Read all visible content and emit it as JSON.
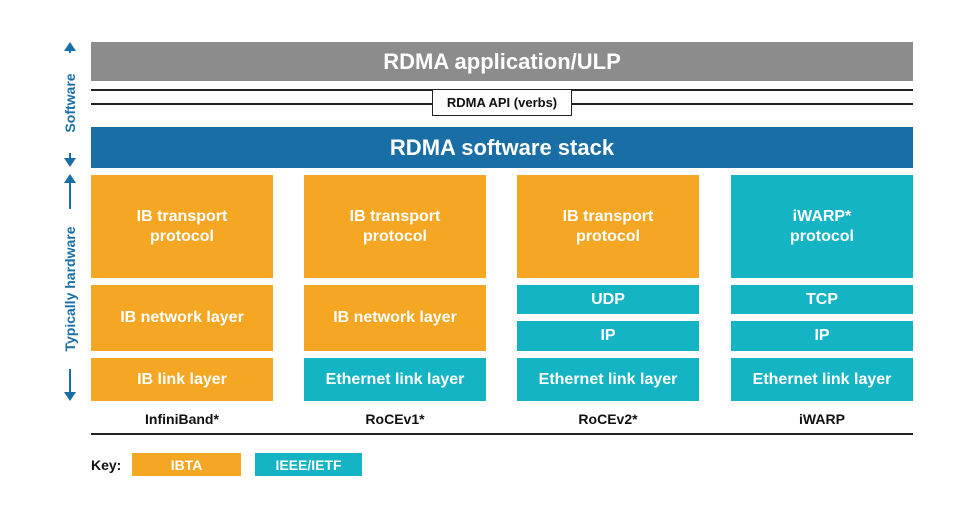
{
  "top": {
    "application": "RDMA application/ULP",
    "api": "RDMA API (verbs)",
    "stack": "RDMA software stack"
  },
  "side_labels": {
    "software": "Software",
    "hardware": "Typically hardware"
  },
  "columns": [
    {
      "label": "InfiniBand*",
      "transport": "IB transport\nprotocol",
      "network": "IB network layer",
      "link": "IB link layer"
    },
    {
      "label": "RoCEv1*",
      "transport": "IB transport\nprotocol",
      "network": "IB network layer",
      "link": "Ethernet link layer"
    },
    {
      "label": "RoCEv2*",
      "transport": "IB transport\nprotocol",
      "upper": "UDP",
      "lower": "IP",
      "link": "Ethernet link layer"
    },
    {
      "label": "iWARP",
      "transport": "iWARP*\nprotocol",
      "upper": "TCP",
      "lower": "IP",
      "link": "Ethernet link layer"
    }
  ],
  "key": {
    "label": "Key:",
    "ibta": "IBTA",
    "ieee": "IEEE/IETF"
  },
  "colors": {
    "ibta": "#f5a623",
    "ieee_ietf": "#14b4c4",
    "application": "#8c8c8c",
    "software_stack": "#1a6ea6",
    "side_labels": "#1a6ea6"
  }
}
